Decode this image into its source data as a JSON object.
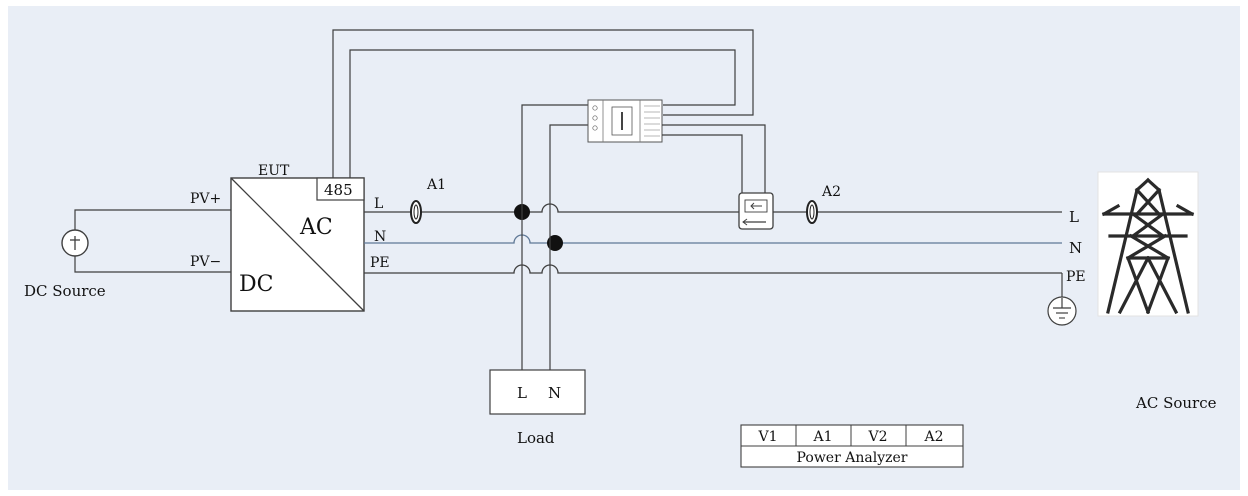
{
  "colors": {
    "background": "#e9eef6",
    "line": "#3f3f3f",
    "neutral_line": "#5f7896",
    "box_fill": "#ffffff"
  },
  "labels": {
    "dc_source": "DC Source",
    "ac_source": "AC Source",
    "eut": "EUT",
    "rs485": "485",
    "ac": "AC",
    "dc": "DC",
    "pv_plus": "PV+",
    "pv_minus": "PV−",
    "eut_l": "L",
    "eut_n": "N",
    "eut_pe": "PE",
    "a1": "A1",
    "a2": "A2",
    "grid_l": "L",
    "grid_n": "N",
    "grid_pe": "PE",
    "load": "Load",
    "load_l": "L",
    "load_n": "N"
  },
  "power_analyzer": {
    "channels": [
      "V1",
      "A1",
      "V2",
      "A2"
    ],
    "title": "Power Analyzer"
  },
  "icons": [
    "dc-source-icon",
    "current-clamp-icon",
    "meter-icon",
    "breaker-icon",
    "ground-icon",
    "transmission-tower-icon"
  ]
}
